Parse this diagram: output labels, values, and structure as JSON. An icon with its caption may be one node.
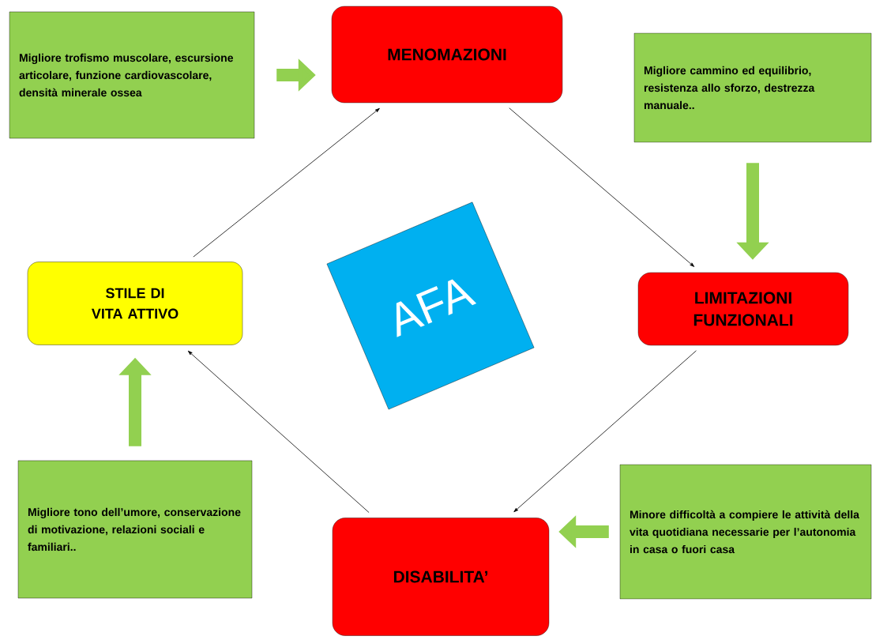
{
  "diagram": {
    "nodes": [
      {
        "text": [
          "MENOMAZIONI"
        ]
      },
      {
        "text": [
          "LIMITAZIONI FUNZIONALI"
        ]
      },
      {
        "text": [
          "DISABILITA’"
        ]
      },
      {
        "text": [
          "STILE DI VITA ATTIVO"
        ]
      },
      {
        "text": [
          "AFA"
        ]
      },
      {
        "text": [
          "Migliore trofismo muscolare, escursione articolare, funzione cardiovascolare, densità minerale ossea"
        ]
      },
      {
        "text": [
          "Migliore cammino ed equilibrio, resistenza allo sforzo, destrezza manuale.."
        ]
      },
      {
        "text": [
          "Minore difficoltà a compiere le attività della vita quotidiana necessarie per l’autonomia in casa o fuori casa"
        ]
      },
      {
        "text": [
          "Migliore tono dell’umore, conservazione di motivazione, relazioni sociali e familiari.."
        ]
      }
    ],
    "edges": [
      {
        "from": 0,
        "to": 1,
        "arrow": "to"
      },
      {
        "from": 1,
        "to": 2,
        "arrow": "to"
      },
      {
        "from": 2,
        "to": 3,
        "arrow": "to"
      },
      {
        "from": 3,
        "to": 0,
        "arrow": "to"
      },
      {
        "from": 5,
        "to": 0,
        "arrow": "to",
        "style": "thick",
        "color": "#92d050"
      },
      {
        "from": 6,
        "to": 1,
        "arrow": "to",
        "style": "thick",
        "color": "#92d050"
      },
      {
        "from": 7,
        "to": 2,
        "arrow": "to",
        "style": "thick",
        "color": "#92d050"
      },
      {
        "from": 8,
        "to": 3,
        "arrow": "to",
        "style": "thick",
        "color": "#92d050"
      }
    ]
  }
}
